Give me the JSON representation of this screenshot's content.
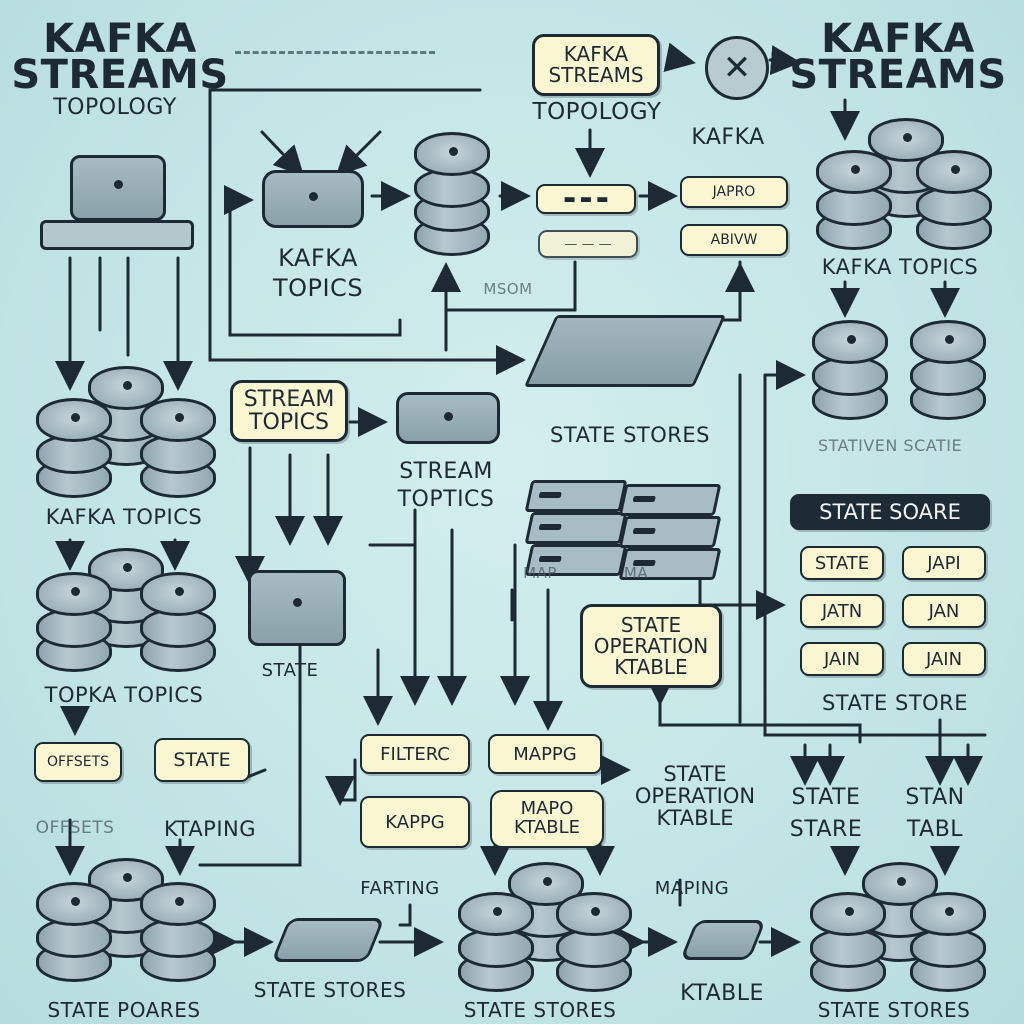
{
  "titles": {
    "top_left": [
      "KAFKA",
      "STREAMS"
    ],
    "top_left_sub": "TOPOLOGY",
    "top_center": [
      "KAFKA",
      "STREAMS",
      "TOPOLOGY"
    ],
    "top_center_sub": "KAFKA",
    "top_right": [
      "KAFKA",
      "STREAMS"
    ]
  },
  "labels": {
    "kafka_topics_center": [
      "KAFKA",
      "TOPICS"
    ],
    "kafka_topics_right": "KAFKA TOPICS",
    "kafka_topics_left": "KAFKA TOPICS",
    "topka_topics": "TOPKA TOPICS",
    "state_stores_mid": "STATE STORES",
    "stream_topics_mid": [
      "STREAM",
      "TOPTICS"
    ],
    "stream_topics_pill": [
      "STREAM",
      "TOPICS"
    ],
    "state_left": "STATE",
    "map_left": "MAP",
    "map_right": "MA",
    "state_operation_pill": [
      "STATE",
      "OPERATION",
      "KTABLE"
    ],
    "state_operation_lower": [
      "STATE",
      "OPERATION",
      "KTABLE"
    ],
    "state_store_right": "STATE STORE",
    "state_stare": [
      "STATE",
      "STARE"
    ],
    "stan_tabl": [
      "STAN",
      "TABL"
    ],
    "offsets": "OFFSETS",
    "ktaping": "KTAPING",
    "farting": "FARTING",
    "maping": "MAPING",
    "state_poares": "STATE POARES",
    "state_stores_b1": "STATE STORES",
    "state_stores_b2": "STATE STORES",
    "ktable_bottom": "KTABLE",
    "state_stores_b3": "STATE STORES",
    "scribble_right": "STATIVEN SCATIE",
    "scribble_top": "MSOM"
  },
  "pills": {
    "japro": "JAPRO",
    "abivw": "ABIVW",
    "state_soare": "STATE SOARE",
    "grid": [
      "STATE",
      "JAPI",
      "JATN",
      "JAN",
      "JAIN",
      "JAIN"
    ],
    "offsets_pill": "OFFSETS",
    "state_pill": "STATE",
    "filter": "FILTERC",
    "mapg": "MAPPG",
    "kapg": "KAPPG",
    "mapo_ktable": [
      "MAPO",
      "KTABLE"
    ]
  },
  "icons": {
    "processor": "gear-icon",
    "database": "database-icon",
    "topic_box": "topic-box-icon"
  },
  "colors": {
    "background": "#c4e5e6",
    "ink": "#1e2a33",
    "pill_fill": "#fbf6d2",
    "cylinder": "#9fb4bc",
    "dark_pill": "#1f2b34"
  }
}
